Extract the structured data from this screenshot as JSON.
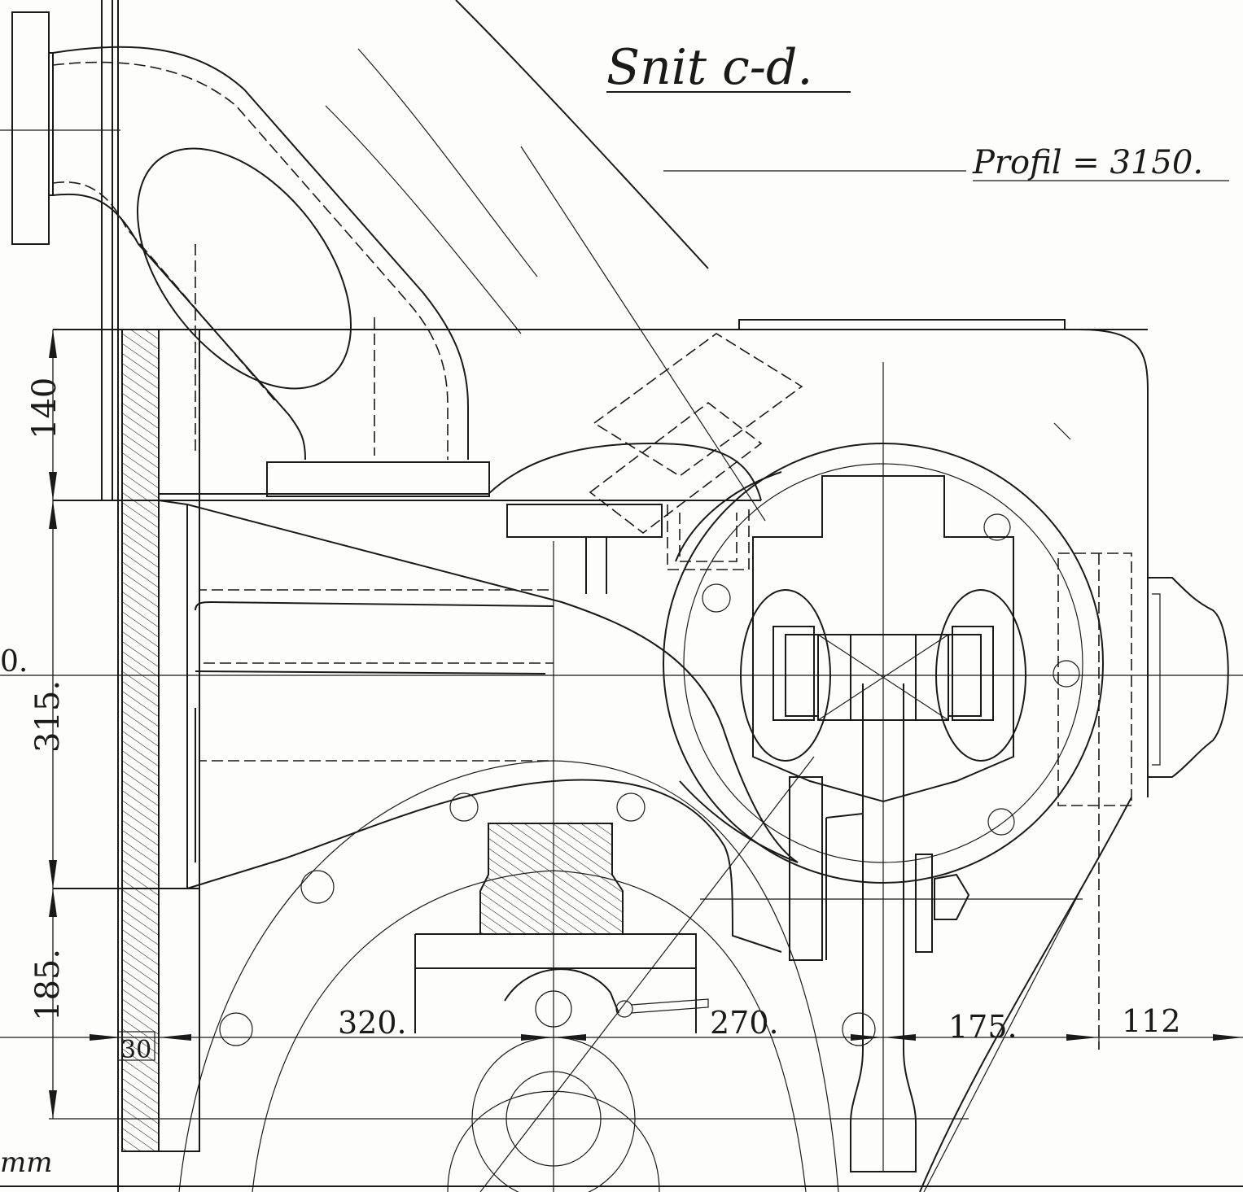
{
  "drawing": {
    "title": "Snit c-d.",
    "profile_label": "Profil = 3150.",
    "colors": {
      "ink": "#1a1a1a",
      "paper": "#fdfdfb"
    },
    "dimensions": {
      "d140": "140",
      "d315": "315.",
      "d185": "185.",
      "d30": "30",
      "d320": "320.",
      "d270": "270.",
      "d175": "175.",
      "d112": "112",
      "edge_0": "0.",
      "edge_mm": "mm"
    }
  }
}
